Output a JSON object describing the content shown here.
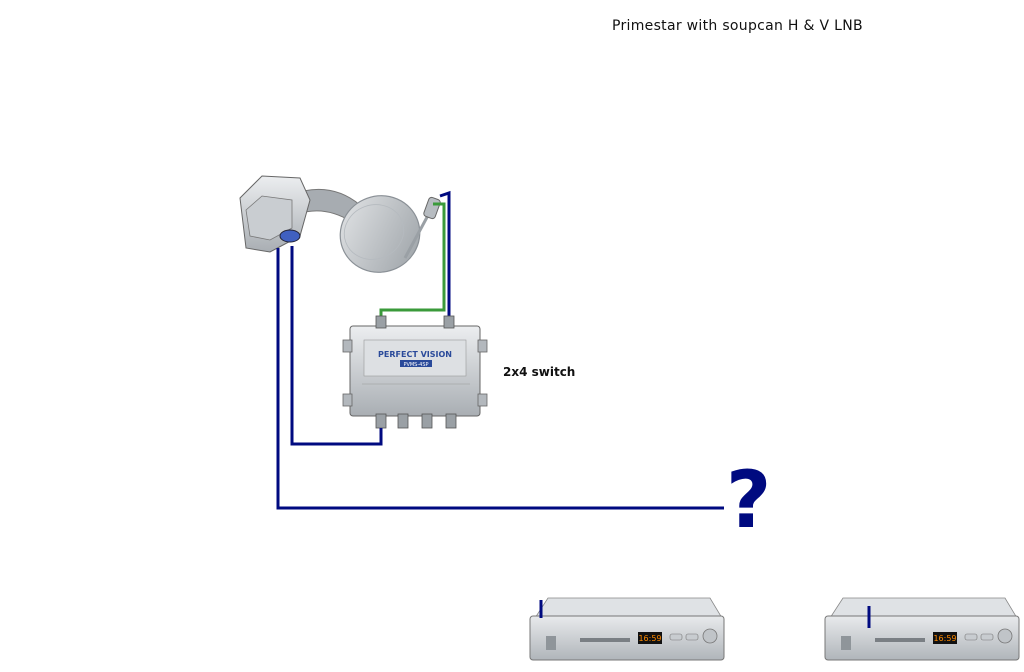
{
  "title": "Primestar with soupcan H & V LNB",
  "switch_label": "2x4 switch",
  "switch_brand": "PERFECT VISION",
  "switch_model": "PVMS-4SP",
  "unknown_marker": "?",
  "receiver_display": "16:59",
  "colors": {
    "coax_blue": "#000a80",
    "coax_green": "#3a9a3a",
    "device_gray": "#bfc4c8",
    "switch_label_blue": "#2a4a9a"
  },
  "icons": [
    "satellite-dish-icon",
    "lnb-icon",
    "multiswitch-icon",
    "receiver-icon"
  ]
}
